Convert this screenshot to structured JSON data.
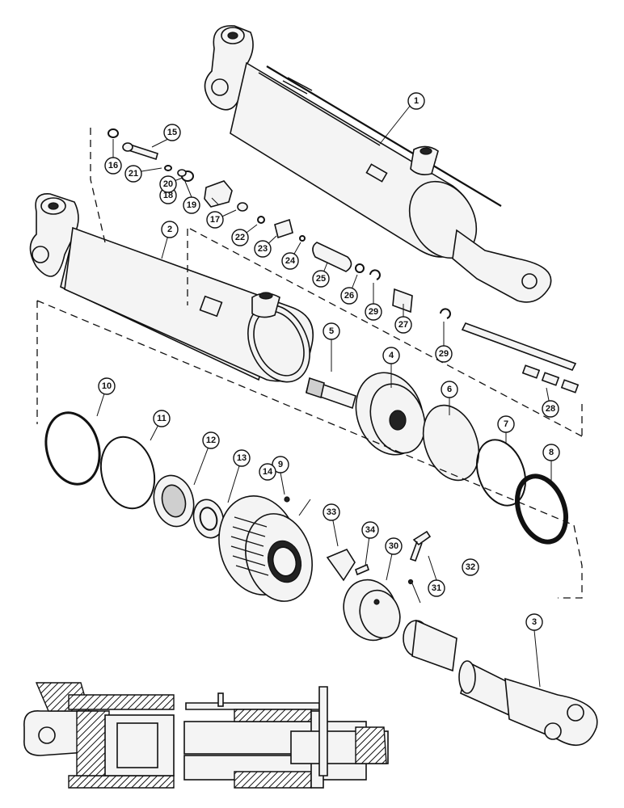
{
  "callouts": {
    "c1": "1",
    "c2": "2",
    "c3": "3",
    "c4": "4",
    "c5": "5",
    "c6": "6",
    "c7": "7",
    "c8": "8",
    "c9": "9",
    "c10": "10",
    "c11": "11",
    "c12": "12",
    "c13": "13",
    "c14": "14",
    "c15": "15",
    "c16": "16",
    "c17": "17",
    "c18": "18",
    "c19": "19",
    "c20": "20",
    "c21": "21",
    "c22": "22",
    "c23": "23",
    "c24": "24",
    "c25": "25",
    "c26": "26",
    "c27": "27",
    "c28": "28",
    "c29a": "29",
    "c29b": "29",
    "c30": "30",
    "c31": "31",
    "c32": "32",
    "c33": "33",
    "c34": "34"
  }
}
